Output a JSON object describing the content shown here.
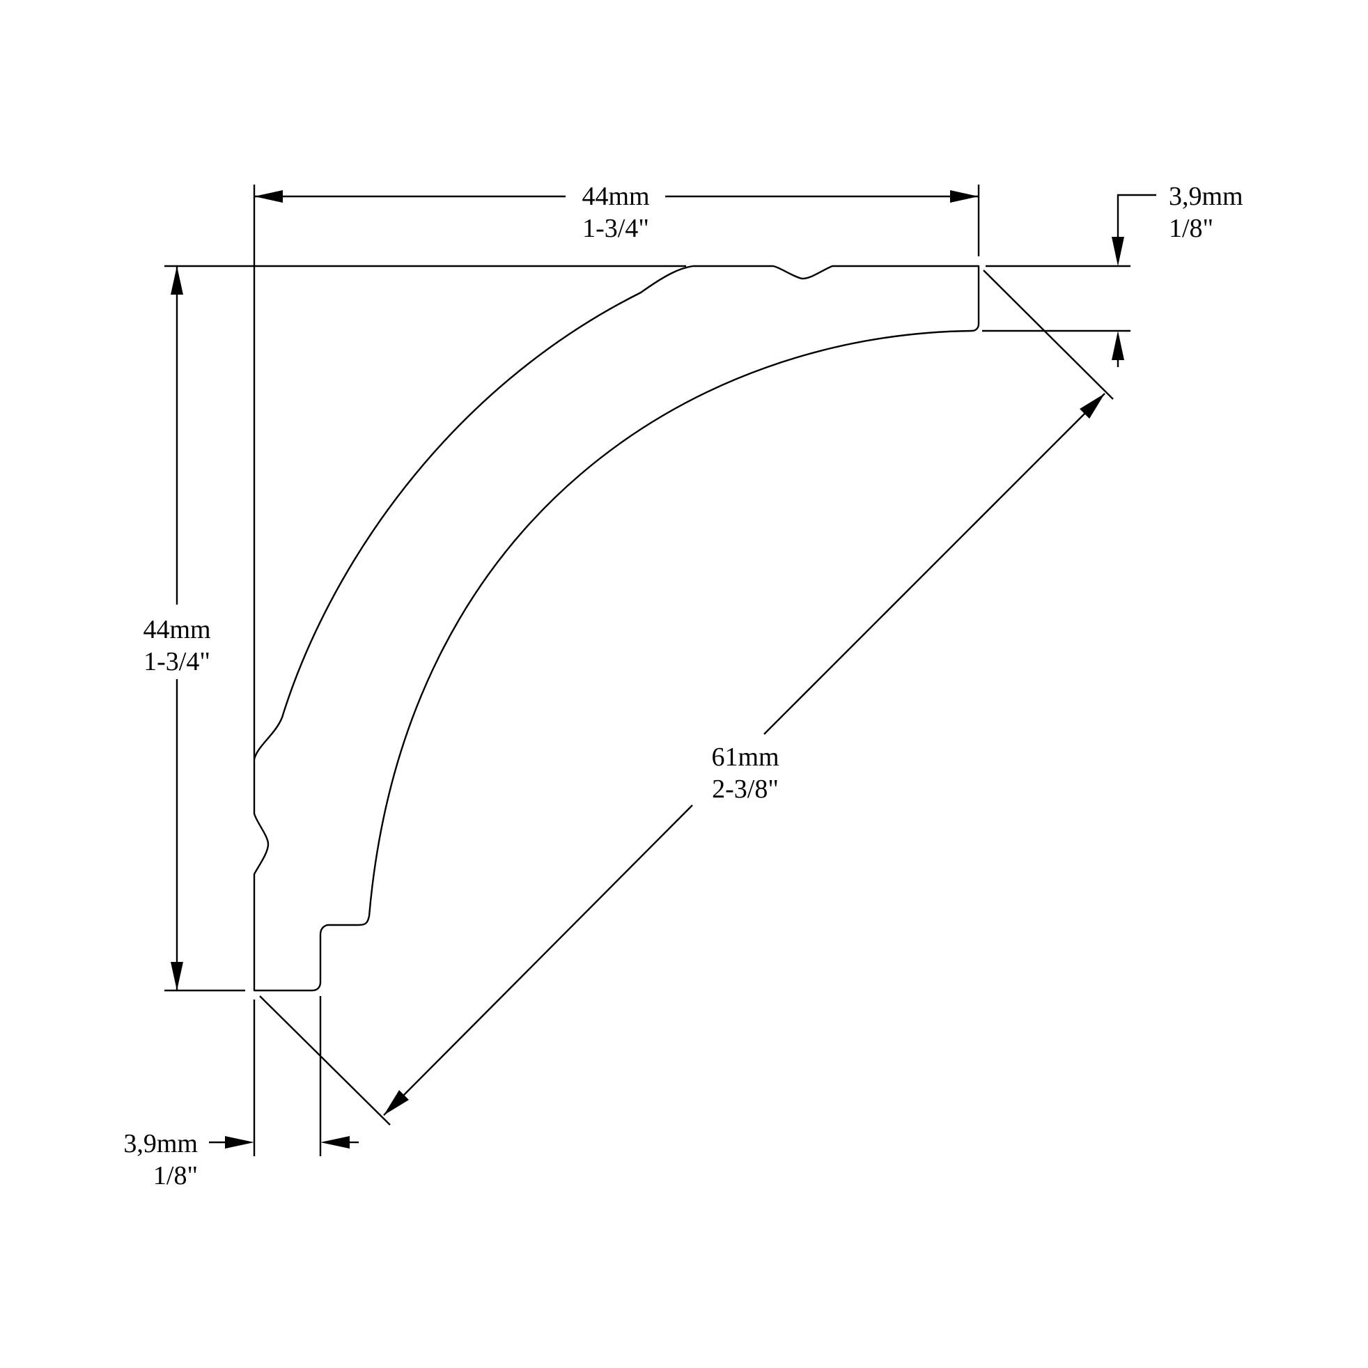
{
  "drawing": {
    "subject": "Crown molding profile",
    "stroke_color": "#000000",
    "background_color": "#ffffff"
  },
  "dimensions": {
    "top_width": {
      "metric": "44mm",
      "imperial": "1-3/4\""
    },
    "left_height": {
      "metric": "44mm",
      "imperial": "1-3/4\""
    },
    "diagonal_projection": {
      "metric": "61mm",
      "imperial": "2-3/8\""
    },
    "top_right_thickness": {
      "metric": "3,9mm",
      "imperial": "1/8\""
    },
    "bottom_left_thickness": {
      "metric": "3,9mm",
      "imperial": "1/8\""
    }
  }
}
